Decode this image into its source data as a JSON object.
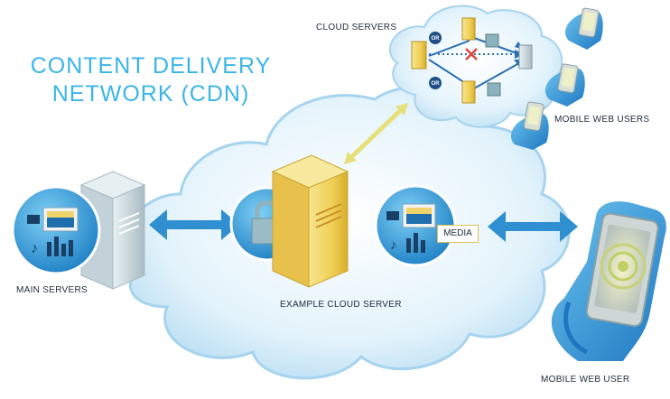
{
  "title": {
    "line1": "CONTENT DELIVERY",
    "line2": "NETWORK (CDN)"
  },
  "labels": {
    "cloud_servers": "CLOUD SERVERS",
    "mobile_web_users": "MOBILE WEB USERS",
    "main_servers": "MAIN SERVERS",
    "example_cloud_server": "EXAMPLE CLOUD SERVER",
    "mobile_web_user": "MOBILE WEB USER",
    "media": "MEDIA",
    "or_top": "OR",
    "or_bottom": "OR"
  },
  "colors": {
    "title": "#3bb5e8",
    "cloud": "#cde9f7",
    "arrow_blue": "#2f8fd0",
    "arrow_yellow": "#e6e07a",
    "server_gold": "#f0d36a",
    "server_grey": "#c6d4d9",
    "phone_hand": "#3fa3e0"
  },
  "icons": [
    "lock-icon",
    "media-icon",
    "server-icon",
    "phone-icon",
    "video-camera-icon",
    "music-note-icon",
    "x-mark-icon"
  ]
}
